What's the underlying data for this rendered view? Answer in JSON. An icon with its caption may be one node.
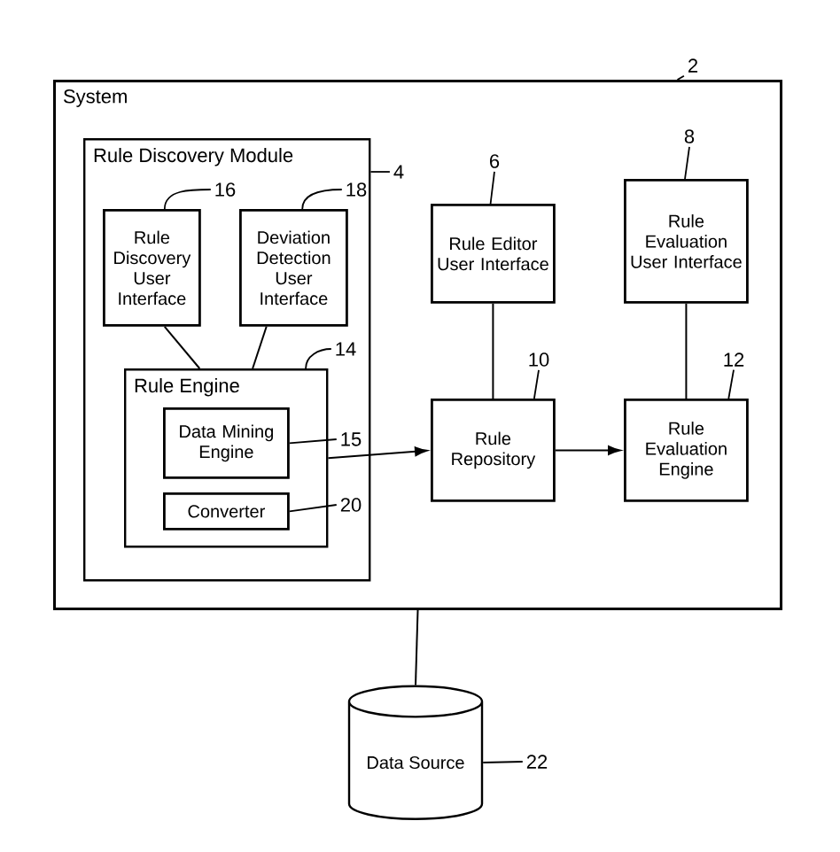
{
  "diagram": {
    "nodes": [
      {
        "text": [
          "System"
        ]
      },
      {
        "text": [
          "Rule Discovery Module"
        ],
        "in": 0
      },
      {
        "text": [
          "Rule Discovery User Interface"
        ],
        "in": 1
      },
      {
        "text": [
          "Deviation Detection User Interface"
        ],
        "in": 1
      },
      {
        "text": [
          "Rule Engine"
        ],
        "in": 1
      },
      {
        "text": [
          "Data Mining Engine"
        ],
        "in": 4
      },
      {
        "text": [
          "Converter"
        ],
        "in": 4
      },
      {
        "text": [
          "Rule Editor User Interface"
        ],
        "in": 0
      },
      {
        "text": [
          "Rule Evaluation User Interface"
        ],
        "in": 0
      },
      {
        "text": [
          "Rule Repository"
        ],
        "in": 0
      },
      {
        "text": [
          "Rule Evaluation Engine"
        ],
        "in": 0
      },
      {
        "text": [
          "Data Source"
        ]
      },
      {
        "text": [
          "2"
        ]
      },
      {
        "text": [
          "4"
        ],
        "in": 0
      },
      {
        "text": [
          "16"
        ],
        "in": 1
      },
      {
        "text": [
          "18"
        ],
        "in": 1
      },
      {
        "text": [
          "6"
        ],
        "in": 0
      },
      {
        "text": [
          "8"
        ],
        "in": 0
      },
      {
        "text": [
          "14"
        ],
        "in": 1
      },
      {
        "text": [
          "10"
        ],
        "in": 0
      },
      {
        "text": [
          "12"
        ],
        "in": 0
      },
      {
        "text": [
          "15"
        ],
        "in": 1
      },
      {
        "text": [
          "20"
        ],
        "in": 1
      },
      {
        "text": [
          "22"
        ]
      }
    ],
    "edges": [
      {
        "from": 2,
        "to": 4,
        "arrow": "none"
      },
      {
        "from": 3,
        "to": 4,
        "arrow": "none"
      },
      {
        "from": 4,
        "to": 9,
        "arrow": "to"
      },
      {
        "from": 7,
        "to": 9,
        "arrow": "none"
      },
      {
        "from": 8,
        "to": 10,
        "arrow": "none"
      },
      {
        "from": 9,
        "to": 10,
        "arrow": "to"
      },
      {
        "from": 0,
        "to": 11,
        "arrow": "none"
      },
      {
        "from": 12,
        "to": 0,
        "arrow": "none"
      },
      {
        "from": 13,
        "to": 1,
        "arrow": "none"
      },
      {
        "from": 14,
        "to": 2,
        "arrow": "none"
      },
      {
        "from": 15,
        "to": 3,
        "arrow": "none"
      },
      {
        "from": 16,
        "to": 7,
        "arrow": "none"
      },
      {
        "from": 17,
        "to": 8,
        "arrow": "none"
      },
      {
        "from": 18,
        "to": 4,
        "arrow": "none"
      },
      {
        "from": 19,
        "to": 9,
        "arrow": "none"
      },
      {
        "from": 20,
        "to": 10,
        "arrow": "none"
      },
      {
        "from": 21,
        "to": 5,
        "arrow": "none"
      },
      {
        "from": 22,
        "to": 6,
        "arrow": "none"
      },
      {
        "from": 23,
        "to": 11,
        "arrow": "none"
      }
    ]
  }
}
